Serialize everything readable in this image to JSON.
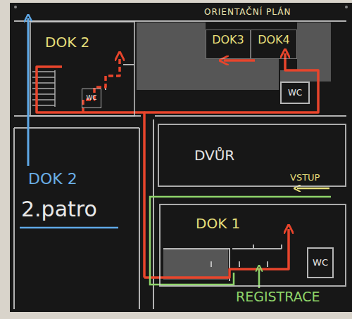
{
  "diagram": {
    "title": "ORIENTAČNÍ PLÁN",
    "nodes": [
      {
        "text": [
          "DOK 2"
        ]
      },
      {
        "text": [
          "WC"
        ],
        "in": 0
      },
      {
        "text": [
          "DOK3"
        ]
      },
      {
        "text": [
          "DOK4"
        ]
      },
      {
        "text": [
          "WC"
        ]
      },
      {
        "text": [
          "DVŮR"
        ]
      },
      {
        "text": [
          "DOK 1"
        ]
      },
      {
        "text": [
          "WC"
        ],
        "in": 6
      }
    ],
    "labels": [
      "VSTUP",
      "DOK 2",
      "2.patro",
      "REGISTRACE"
    ]
  }
}
